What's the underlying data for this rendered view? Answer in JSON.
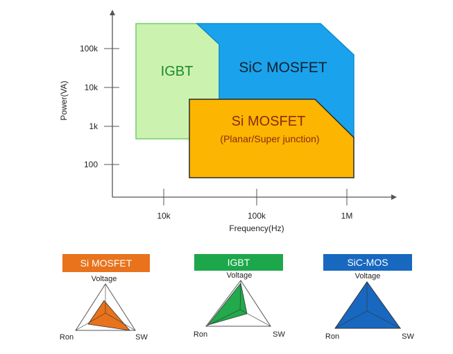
{
  "diagram": {
    "axes": {
      "ylabel": "Power(VA)",
      "xlabel": "Frequency(Hz)",
      "y_ticks": [
        "100k",
        "10k",
        "1k",
        "100"
      ],
      "x_ticks": [
        "10k",
        "100k",
        "1M"
      ]
    },
    "regions": {
      "igbt": {
        "label": "IGBT",
        "color": "#ccf2b0",
        "edge": "#6fcf6a",
        "text_color": "#1a8a2e"
      },
      "sic": {
        "label": "SiC MOSFET",
        "color": "#1aa3ec",
        "edge": "#0e8ad0",
        "text_color": "#10202e"
      },
      "si": {
        "label": "Si MOSFET",
        "sublabel": "(Planar/Super junction)",
        "color": "#fcb500",
        "edge": "#2a2a2a",
        "text_color": "#8b2a10"
      }
    },
    "radars": [
      {
        "badge": "Si MOSFET",
        "badge_color": "#e8731c",
        "fill": "#e8731c",
        "top": "Voltage",
        "left": "Ron",
        "right": "SW"
      },
      {
        "badge": "IGBT",
        "badge_color": "#1ca84a",
        "fill": "#22aa4c",
        "top": "Voltage",
        "left": "Ron",
        "right": "SW"
      },
      {
        "badge": "SiC-MOS",
        "badge_color": "#1868c0",
        "fill": "#1868c0",
        "top": "Voltage",
        "left": "Ron",
        "right": "SW"
      }
    ]
  }
}
